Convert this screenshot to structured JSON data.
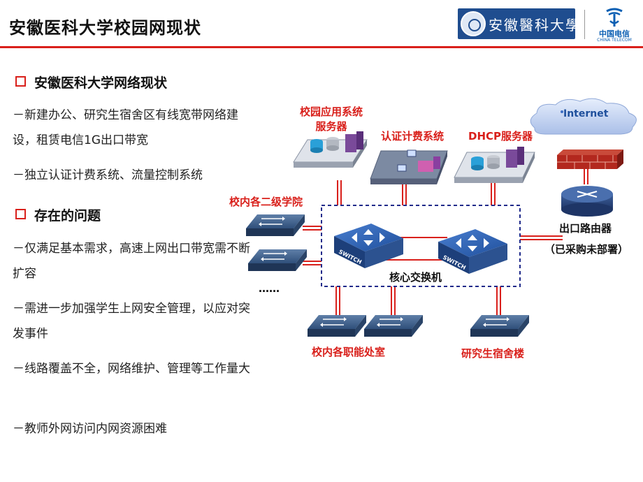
{
  "header": {
    "title": "安徽医科大学校园网现状",
    "university_logo_text": "安徽醫科大學",
    "telecom_logo_cn": "中国电信",
    "telecom_logo_en": "CHINA TELECOM"
  },
  "left": {
    "section1": {
      "heading": "安徽医科大学网络现状",
      "bullets": [
        "－新建办公、研究生宿舍区有线宽带网络建设，租赁电信1G出口带宽",
        "－独立认证计费系统、流量控制系统"
      ]
    },
    "section2": {
      "heading": "存在的问题",
      "bullets": [
        "－仅满足基本需求，高速上网出口带宽需不断扩容",
        "－需进一步加强学生上网安全管理，以应对突发事件",
        "－线路覆盖不全，网络维护、管理等工作量大",
        "－教师外网访问内网资源困难"
      ]
    }
  },
  "diagram": {
    "app_server_label_line1": "校园应用系统",
    "app_server_label_line2": "服务器",
    "auth_label": "认证计费系统",
    "dhcp_label": "DHCP服务器",
    "internet_label": "Internet",
    "colleges_label": "校内各二级学院",
    "ellipsis": "……",
    "core_label": "核心交换机",
    "switch_text": "SWITCH",
    "router_label": "出口路由器",
    "router_note": "（已采购未部署）",
    "offices_label": "校内各职能处室",
    "dorm_label": "研究生宿舍楼",
    "colors": {
      "link": "#d9201b",
      "accent": "#d9201b",
      "core_box": "#1f2a8a"
    }
  }
}
